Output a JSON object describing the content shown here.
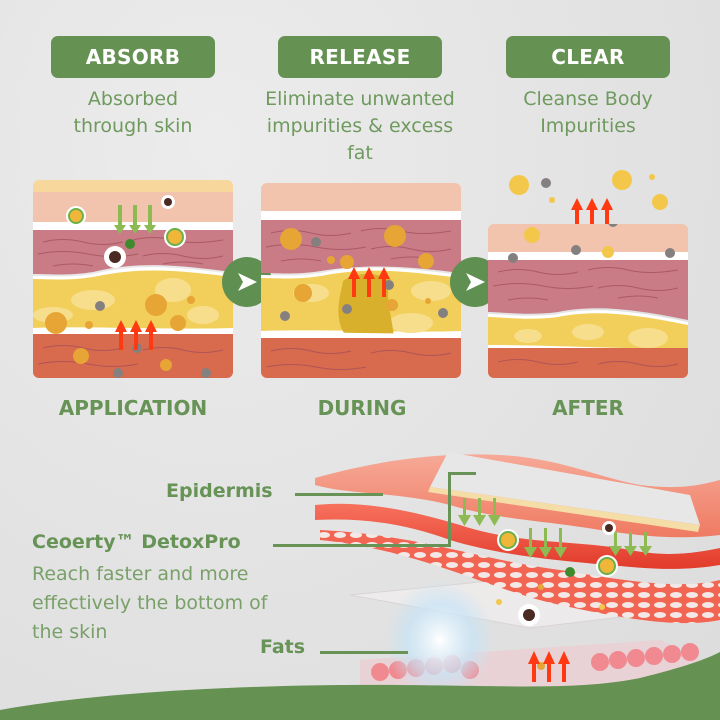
{
  "steps": [
    {
      "title": "ABSORB",
      "description_lines": [
        "Absorbed",
        "through skin"
      ]
    },
    {
      "title": "RELEASE",
      "description_lines": [
        "Eliminate unwanted",
        "impurities & excess",
        "fat"
      ]
    },
    {
      "title": "CLEAR",
      "description_lines": [
        "Cleanse Body",
        "Impurities"
      ]
    }
  ],
  "stages": [
    {
      "label": "APPLICATION"
    },
    {
      "label": "DURING"
    },
    {
      "label": "AFTER"
    }
  ],
  "navigation": {
    "next_icon": "chevron-right-icon"
  },
  "diagram": {
    "epidermis_label": "Epidermis",
    "product_name": "Ceoerty™ DetoxPro",
    "product_description_lines": [
      "Reach faster and more",
      "effectively the bottom of",
      "the skin"
    ],
    "fats_label": "Fats"
  },
  "colors": {
    "brand_green": "#659152",
    "text_green": "#679356",
    "epidermis": "#f2c3ad",
    "dermis": "#c97b86",
    "fat": "#f2cf5a",
    "muscle": "#d86a4e",
    "arrow_up": "#ff3a12",
    "arrow_down": "#8dba52"
  }
}
